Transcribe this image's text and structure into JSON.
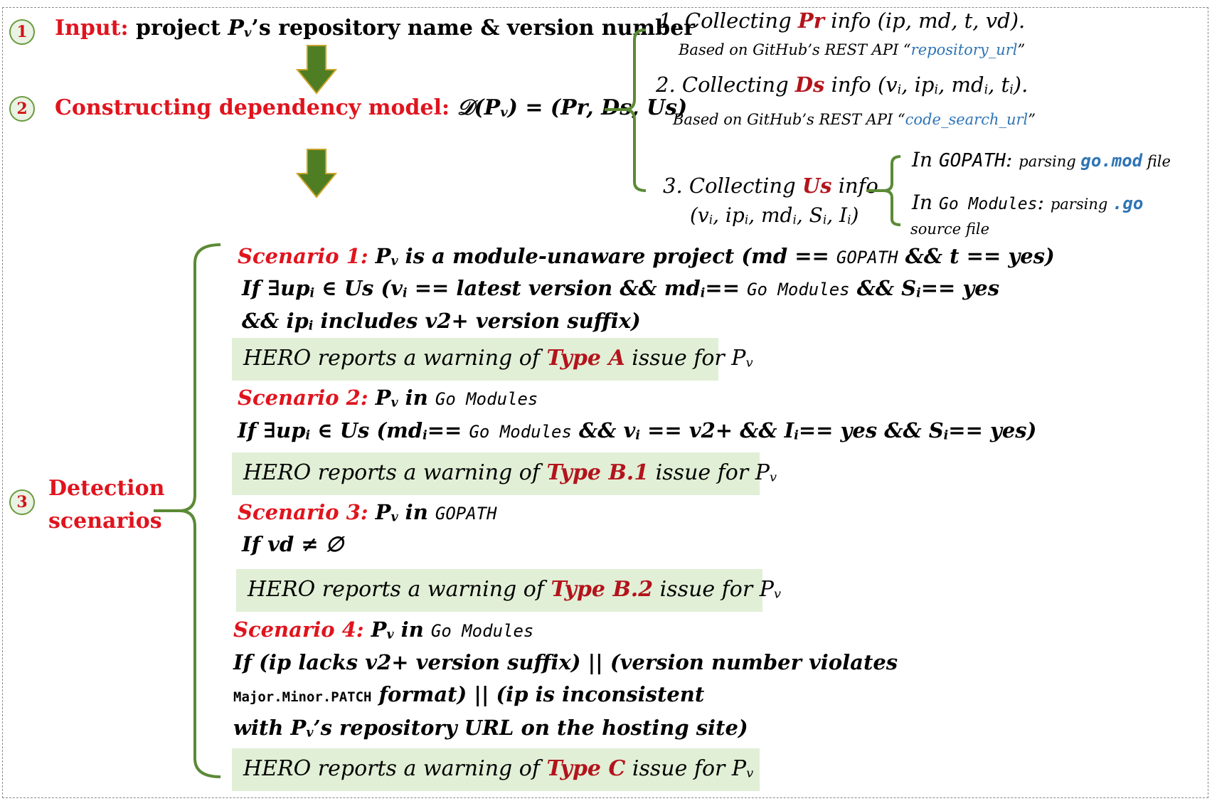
{
  "step1": {
    "number": "1",
    "label": "Input:",
    "text_a": "project ",
    "var": "P",
    "var_sub": "v",
    "text_b": "’s repository name & version number"
  },
  "step2": {
    "number": "2",
    "label": "Constructing dependency model:",
    "formula": "𝒟(P",
    "formula_sub": "v",
    "formula_end": ") = (Pr, Ds, Us)"
  },
  "collect": {
    "pr": {
      "pre": "1. Collecting ",
      "key": "Pr",
      "post": " info (ip, md, t, vd).",
      "note_pre": "Based on GitHub’s REST API “",
      "note_link": "repository_url",
      "note_post": "”"
    },
    "ds": {
      "pre": "2. Collecting ",
      "key": "Ds",
      "post_a": " info (v",
      "post_b": ", ip",
      "post_c": ", md",
      "post_d": ", t",
      "post_e": ").",
      "sub": "i",
      "note_pre": "Based on GitHub’s REST API “",
      "note_link": "code_search_url",
      "note_post": "”"
    },
    "us": {
      "pre": "3. Collecting ",
      "key": "Us",
      "post": " info",
      "line2_a": "(v",
      "line2_b": ", ip",
      "line2_c": ", md",
      "line2_d": ", S",
      "line2_e": ", I",
      "line2_f": ")",
      "sub": "i",
      "gopath_pre": "In ",
      "gopath_mode": "GOPATH",
      "gopath_colon": ":",
      "gopath_parse": "parsing ",
      "gopath_file": "go.mod",
      "gopath_post": " file",
      "gomod_pre": "In ",
      "gomod_mode": "Go Modules",
      "gomod_colon": ":",
      "gomod_parse": "parsing ",
      "gomod_file": ".go",
      "gomod_post": "source file"
    }
  },
  "step3": {
    "number": "3",
    "label_line1": "Detection",
    "label_line2": "scenarios"
  },
  "scenarios": {
    "s1": {
      "title": "Scenario 1:",
      "l1_a": "P",
      "l1_sub": "v",
      "l1_b": " is a module-unaware project (md == ",
      "l1_mono": "GOPATH",
      "l1_c": " && t == yes)",
      "l2_a": "If ∃up",
      "l2_b": " ∈ Us (v",
      "l2_c": " == latest version && md",
      "l2_d": "== ",
      "l2_mono": "Go Modules",
      "l2_e": " && S",
      "l2_f": "== yes",
      "sub": "i",
      "l3_a": "&& ip",
      "l3_b": " includes v2+ version suffix)",
      "result_pre": "HERO reports a warning of ",
      "result_type": "Type A",
      "result_post": " issue for P",
      "result_sub": "v"
    },
    "s2": {
      "title": "Scenario 2:",
      "l1_a": "P",
      "l1_sub": "v",
      "l1_b": " in ",
      "l1_mono": "Go Modules",
      "l2_a": "If ∃up",
      "l2_b": " ∈ Us (md",
      "l2_c": "== ",
      "l2_mono": "Go Modules",
      "l2_d": " && v",
      "l2_e": " == v2+ && I",
      "l2_f": "== yes && S",
      "l2_g": "== yes)",
      "sub": "i",
      "result_pre": "HERO reports a warning of ",
      "result_type": "Type B.1",
      "result_post": " issue for P",
      "result_sub": "v"
    },
    "s3": {
      "title": "Scenario 3:",
      "l1_a": "P",
      "l1_sub": "v",
      "l1_b": " in ",
      "l1_mono": "GOPATH",
      "l2": "If vd ≠ ∅",
      "result_pre": "HERO reports a warning of ",
      "result_type": "Type B.2",
      "result_post": " issue for P",
      "result_sub": "v"
    },
    "s4": {
      "title": "Scenario 4:",
      "l1_a": "P",
      "l1_sub": "v",
      "l1_b": " in ",
      "l1_mono": "Go Modules",
      "l2": "If (ip lacks v2+ version suffix) || (version number violates",
      "l3_mono": "Major.Minor.PATCH",
      "l3_b": " format) || (ip is inconsistent",
      "l4_a": "with P",
      "l4_sub": "v",
      "l4_b": "’s repository URL on the hosting site)",
      "result_pre": "HERO reports a warning of ",
      "result_type": "Type C",
      "result_post": " issue for P",
      "result_sub": "v"
    }
  },
  "colors": {
    "red": "#e0141e",
    "dark_red": "#b3141c",
    "green": "#5b8a35",
    "arrow_green": "#4f7d24",
    "arrow_border": "#c9a227",
    "link_blue": "#2e74b5",
    "result_bg": "#e1efd6"
  }
}
